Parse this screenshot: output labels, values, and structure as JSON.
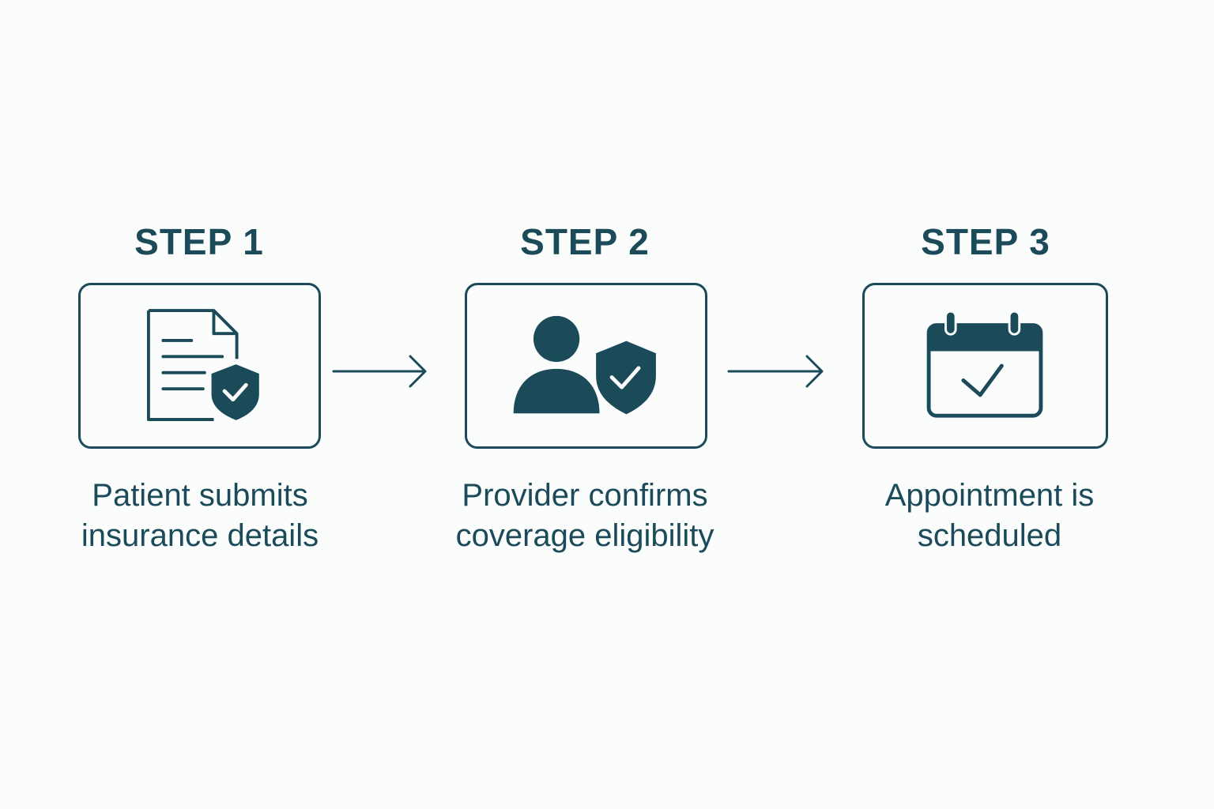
{
  "colors": {
    "primary": "#1b4a59",
    "background": "#fbfcfc"
  },
  "steps": [
    {
      "label": "STEP 1",
      "icon": "document-shield-check-icon",
      "description_lines": [
        "Patient submits",
        "insurance details"
      ]
    },
    {
      "label": "STEP 2",
      "icon": "person-shield-check-icon",
      "description_lines": [
        "Provider confirms",
        "coverage eligibility"
      ]
    },
    {
      "label": "STEP 3",
      "icon": "calendar-check-icon",
      "description_lines": [
        "Appointment is",
        "scheduled"
      ]
    }
  ],
  "connectors": [
    {
      "from": "STEP 1",
      "to": "STEP 2",
      "icon": "arrow-right-icon"
    },
    {
      "from": "STEP 2",
      "to": "STEP 3",
      "icon": "arrow-right-icon"
    }
  ]
}
